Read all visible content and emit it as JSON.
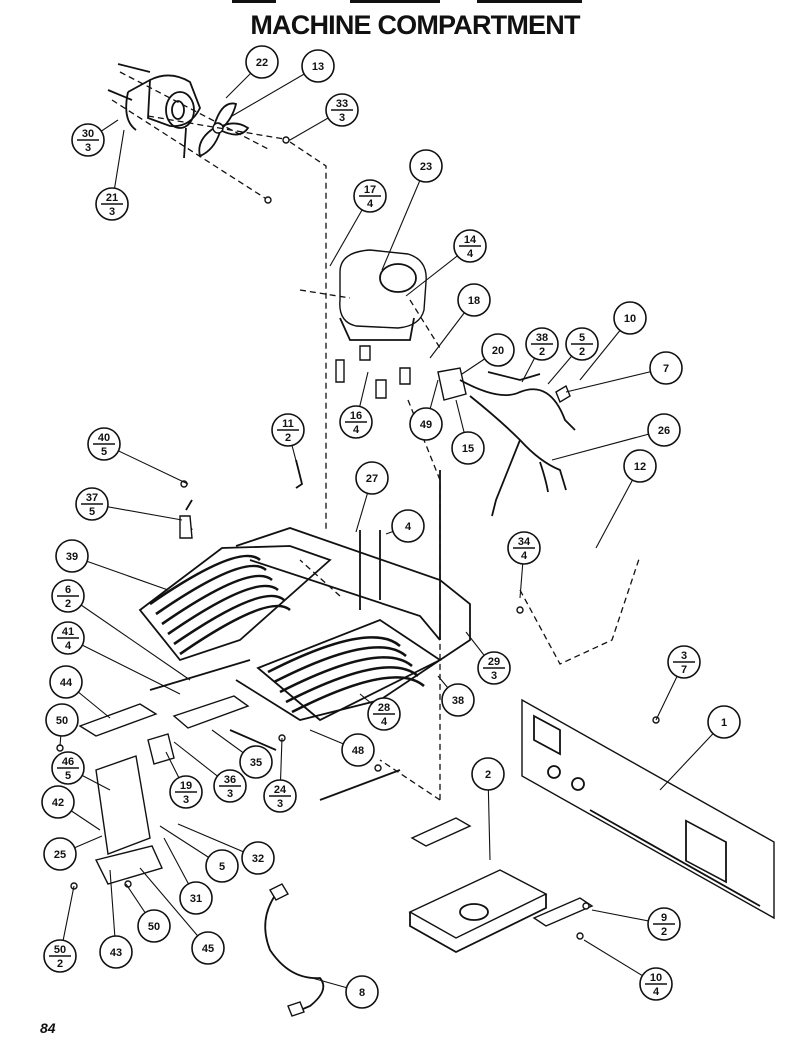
{
  "title": "MACHINE COMPARTMENT",
  "page_number": "84",
  "callouts": [
    {
      "id": "c22",
      "number": "22",
      "sub": ""
    },
    {
      "id": "c13",
      "number": "13",
      "sub": ""
    },
    {
      "id": "c33",
      "number": "33",
      "sub": "3"
    },
    {
      "id": "c30",
      "number": "30",
      "sub": "3"
    },
    {
      "id": "c21",
      "number": "21",
      "sub": "3"
    },
    {
      "id": "c23",
      "number": "23",
      "sub": ""
    },
    {
      "id": "c17",
      "number": "17",
      "sub": "4"
    },
    {
      "id": "c14",
      "number": "14",
      "sub": "4"
    },
    {
      "id": "c18",
      "number": "18",
      "sub": ""
    },
    {
      "id": "c20",
      "number": "20",
      "sub": ""
    },
    {
      "id": "c38a",
      "number": "38",
      "sub": "2"
    },
    {
      "id": "c5a",
      "number": "5",
      "sub": "2"
    },
    {
      "id": "c10",
      "number": "10",
      "sub": ""
    },
    {
      "id": "c7",
      "number": "7",
      "sub": ""
    },
    {
      "id": "c16",
      "number": "16",
      "sub": "4"
    },
    {
      "id": "c49",
      "number": "49",
      "sub": ""
    },
    {
      "id": "c15",
      "number": "15",
      "sub": ""
    },
    {
      "id": "c26",
      "number": "26",
      "sub": ""
    },
    {
      "id": "c11",
      "number": "11",
      "sub": "2"
    },
    {
      "id": "c40",
      "number": "40",
      "sub": "5"
    },
    {
      "id": "c37",
      "number": "37",
      "sub": "5"
    },
    {
      "id": "c27",
      "number": "27",
      "sub": ""
    },
    {
      "id": "c4",
      "number": "4",
      "sub": ""
    },
    {
      "id": "c12",
      "number": "12",
      "sub": ""
    },
    {
      "id": "c34a",
      "number": "34",
      "sub": "4"
    },
    {
      "id": "c39",
      "number": "39",
      "sub": ""
    },
    {
      "id": "c6",
      "number": "6",
      "sub": "2"
    },
    {
      "id": "c41",
      "number": "41",
      "sub": "4"
    },
    {
      "id": "c29",
      "number": "29",
      "sub": "3"
    },
    {
      "id": "c44",
      "number": "44",
      "sub": ""
    },
    {
      "id": "c38b",
      "number": "38",
      "sub": ""
    },
    {
      "id": "c3",
      "number": "3",
      "sub": "7"
    },
    {
      "id": "c1",
      "number": "1",
      "sub": ""
    },
    {
      "id": "c50a",
      "number": "50",
      "sub": ""
    },
    {
      "id": "c28",
      "number": "28",
      "sub": "4"
    },
    {
      "id": "c35",
      "number": "35",
      "sub": ""
    },
    {
      "id": "c48",
      "number": "48",
      "sub": ""
    },
    {
      "id": "c46",
      "number": "46",
      "sub": "5"
    },
    {
      "id": "c36",
      "number": "36",
      "sub": "3"
    },
    {
      "id": "c19",
      "number": "19",
      "sub": "3"
    },
    {
      "id": "c24",
      "number": "24",
      "sub": "3"
    },
    {
      "id": "c2",
      "number": "2",
      "sub": ""
    },
    {
      "id": "c42",
      "number": "42",
      "sub": ""
    },
    {
      "id": "c25",
      "number": "25",
      "sub": ""
    },
    {
      "id": "c5b",
      "number": "5",
      "sub": ""
    },
    {
      "id": "c32",
      "number": "32",
      "sub": ""
    },
    {
      "id": "c31",
      "number": "31",
      "sub": ""
    },
    {
      "id": "c9",
      "number": "9",
      "sub": "2"
    },
    {
      "id": "c50b",
      "number": "50",
      "sub": ""
    },
    {
      "id": "c43",
      "number": "43",
      "sub": ""
    },
    {
      "id": "c45",
      "number": "45",
      "sub": ""
    },
    {
      "id": "c50c",
      "number": "50",
      "sub": "2"
    },
    {
      "id": "c10b",
      "number": "10",
      "sub": "4"
    },
    {
      "id": "c8",
      "number": "8",
      "sub": ""
    }
  ]
}
